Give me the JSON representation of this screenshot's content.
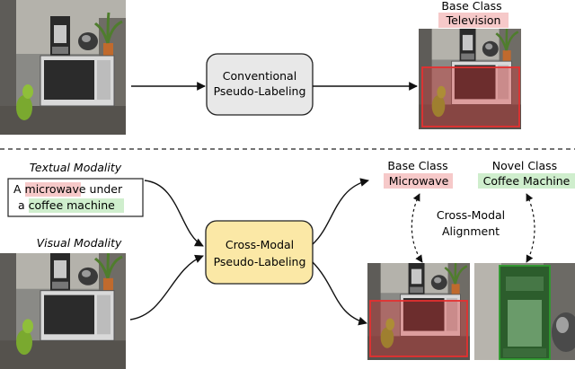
{
  "top": {
    "process_line1": "Conventional",
    "process_line2": "Pseudo-Labeling",
    "output_category": "Base Class",
    "output_label": "Television"
  },
  "bottom": {
    "textual_title": "Textual Modality",
    "caption_prefix": "A ",
    "caption_word1": "microwave",
    "caption_mid": " under",
    "caption_prefix2": "a ",
    "caption_word2": "coffee machine",
    "visual_title": "Visual Modality",
    "process_line1": "Cross-Modal",
    "process_line2": "Pseudo-Labeling",
    "base_category": "Base Class",
    "base_label": "Microwave",
    "novel_category": "Novel Class",
    "novel_label": "Coffee Machine",
    "alignment_line1": "Cross-Modal",
    "alignment_line2": "Alignment"
  },
  "colors": {
    "base_highlight": "#f6c9c9",
    "novel_highlight": "#cfeecd",
    "conventional_box": "#e8e8e8",
    "crossmodal_box": "#fbe8a6",
    "base_box_stroke": "#e53030",
    "novel_box_stroke": "#2f9b2f"
  },
  "icons": [
    "kitchen-photo",
    "microwave-icon",
    "coffee-machine-icon"
  ]
}
